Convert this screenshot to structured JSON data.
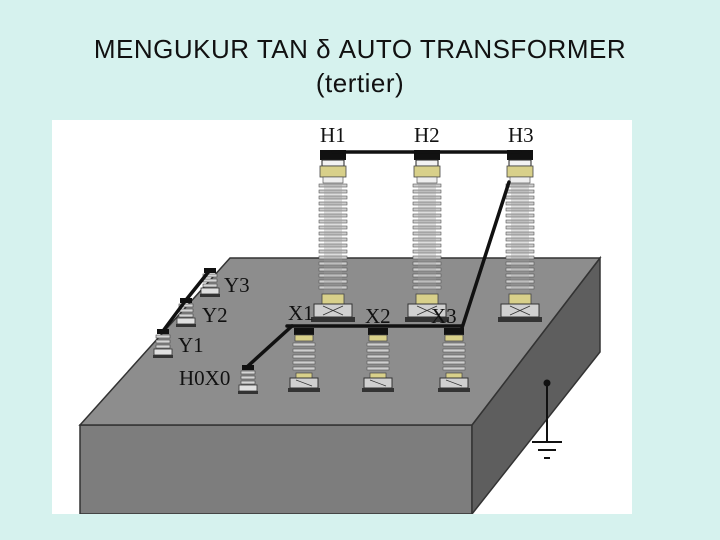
{
  "slide": {
    "title_line1": "MENGUKUR TAN δ AUTO TRANSFORMER",
    "title_line2": "(tertier)"
  },
  "diagram": {
    "hv_terminals": [
      "H1",
      "H2",
      "H3"
    ],
    "lv_terminals": [
      "X1",
      "X2",
      "X3"
    ],
    "tertiary_terminals": [
      "Y1",
      "Y2",
      "Y3"
    ],
    "neutral_terminal": "H0X0",
    "ground_symbol": "ground-icon"
  },
  "colors": {
    "background": "#d6f2ee",
    "tank_top": "#8c8c8c",
    "tank_front": "#7a7a7a",
    "tank_side": "#5f5f5f",
    "bushing_band": "#d8d08a"
  }
}
